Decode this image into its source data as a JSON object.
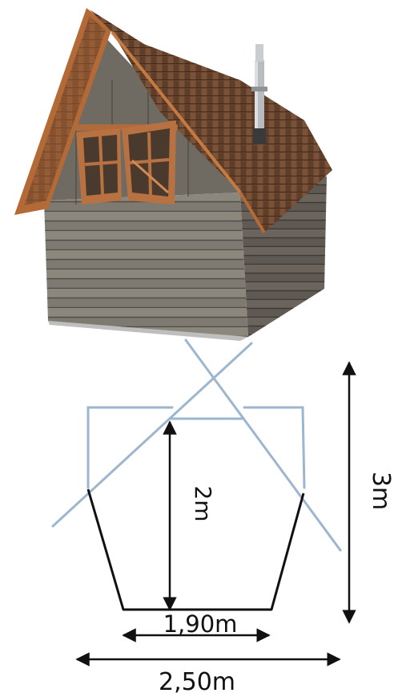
{
  "photo": {
    "subject": "tiny wooden cabin with shingled roof, chimney pipe and crooked windows"
  },
  "diagram": {
    "labels": {
      "inner_height": "2m",
      "total_height": "3m",
      "floor_width": "1,90m",
      "total_width": "2,50m"
    },
    "colors": {
      "construction_lines": "#9db6cf",
      "wall_outline": "#111111",
      "dimension_lines": "#111111"
    }
  }
}
